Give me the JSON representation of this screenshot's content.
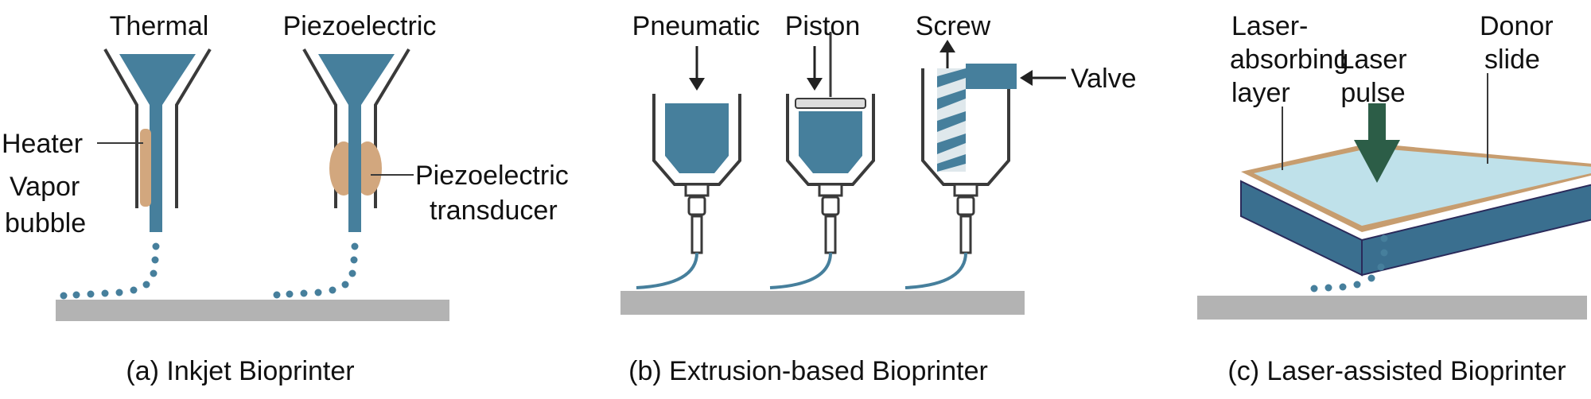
{
  "colors": {
    "ink_blue": "#467f9c",
    "ink_blue_dark": "#2f5f79",
    "substrate_gray": "#b3b3b3",
    "heater_tan": "#d2a77e",
    "arrow_green": "#2c5d47",
    "laser_frame": "#c79d6f",
    "laser_glass": "#bfe1ea",
    "laser_block": "#3a6f8f",
    "outline": "#3a3a3a"
  },
  "panel_a": {
    "thermal_label": "Thermal",
    "piezo_label": "Piezoelectric",
    "heater_label": "Heater",
    "vapor_label_line1": "Vapor",
    "vapor_label_line2": "bubble",
    "transducer_label_line1": "Piezoelectric",
    "transducer_label_line2": "transducer",
    "caption": "(a) Inkjet Bioprinter"
  },
  "panel_b": {
    "pneumatic_label": "Pneumatic",
    "piston_label": "Piston",
    "screw_label": "Screw",
    "valve_label": "Valve",
    "caption": "(b) Extrusion-based Bioprinter"
  },
  "panel_c": {
    "absorbing_label_line1": "Laser-",
    "absorbing_label_line2": "absorbing",
    "absorbing_label_line3": "layer",
    "pulse_label_line1": "Laser",
    "pulse_label_line2": "pulse",
    "donor_label_line1": "Donor",
    "donor_label_line2": "slide",
    "caption": "(c) Laser-assisted Bioprinter"
  }
}
